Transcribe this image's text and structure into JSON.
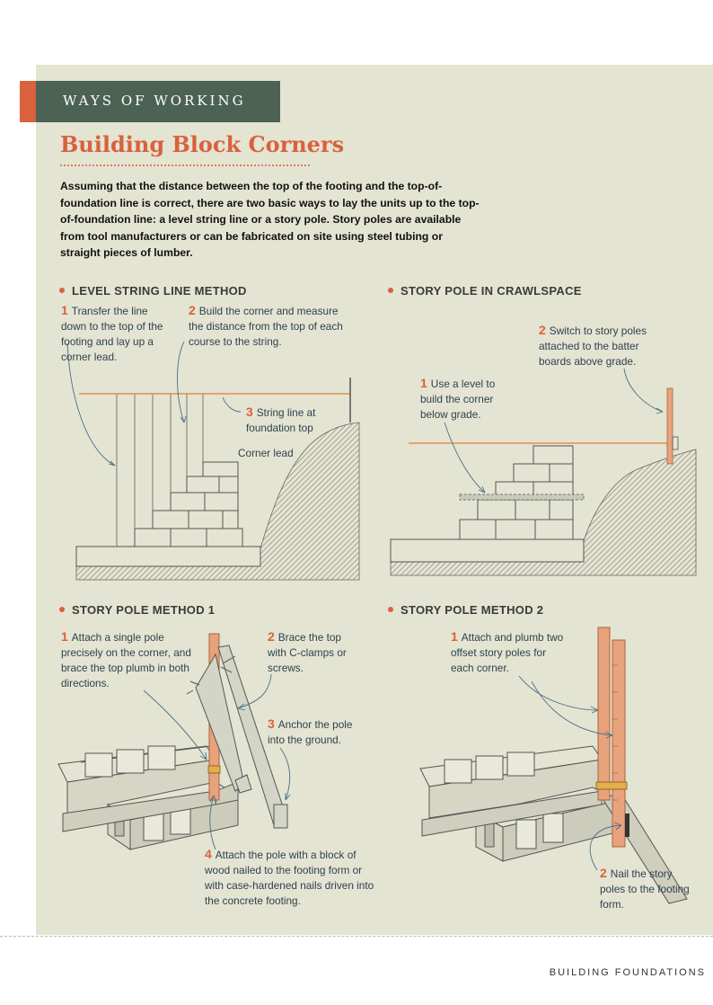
{
  "header": {
    "tag": "WAYS OF WORKING",
    "title": "Building Block Corners"
  },
  "intro": "Assuming that the distance between the top of the footing and the top-of-foundation line is correct, there are two basic ways to lay the units up to the top-of-foundation line: a level string line or a story pole. Story poles are available from tool manufacturers or can be fabricated on site using steel tubing or straight pieces of lumber.",
  "sections": {
    "level_string": {
      "heading": "LEVEL STRING LINE METHOD",
      "step1": {
        "num": "1",
        "text": "Transfer the line down to the top of the footing and lay up a corner lead."
      },
      "step2": {
        "num": "2",
        "text": "Build the corner and measure the distance from the top of each course to the string."
      },
      "step3": {
        "num": "3",
        "text": "String line at foundation top"
      },
      "label_corner_lead": "Corner lead"
    },
    "crawlspace": {
      "heading": "STORY POLE IN CRAWLSPACE",
      "step1": {
        "num": "1",
        "text": "Use a level to build the corner below grade."
      },
      "step2": {
        "num": "2",
        "text": "Switch to story poles attached to the batter boards above grade."
      }
    },
    "method1": {
      "heading": "STORY POLE METHOD 1",
      "step1": {
        "num": "1",
        "text": "Attach a single pole precisely on the corner, and brace the top plumb in both directions."
      },
      "step2": {
        "num": "2",
        "text": "Brace the top with C-clamps or screws."
      },
      "step3": {
        "num": "3",
        "text": "Anchor the pole into the ground."
      },
      "step4": {
        "num": "4",
        "text": "Attach the pole with a block of wood nailed to the footing form or with case-hardened nails driven into the concrete footing."
      }
    },
    "method2": {
      "heading": "STORY POLE METHOD 2",
      "step1": {
        "num": "1",
        "text": "Attach and plumb two offset story poles for each corner."
      },
      "step2": {
        "num": "2",
        "text": "Nail the story poles to the footing form."
      }
    }
  },
  "footer": "BUILDING FOUNDATIONS",
  "colors": {
    "accent": "#d9613d",
    "panel": "#e4e4d2",
    "tag_bar": "#4c6254",
    "caption": "#2d4250",
    "pole": "#e8a27c"
  }
}
